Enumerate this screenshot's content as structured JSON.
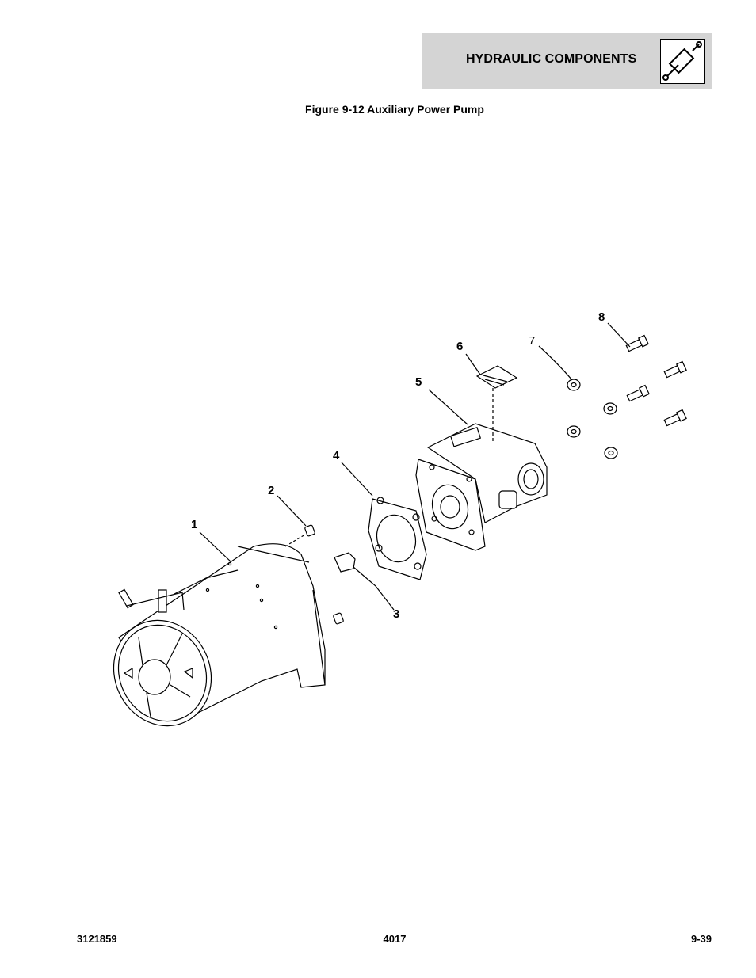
{
  "header": {
    "section_title": "HYDRAULIC COMPONENTS",
    "icon": "hydraulic-cylinder-icon"
  },
  "figure": {
    "caption": "Figure 9-12 Auxiliary Power Pump",
    "callouts": [
      "1",
      "2",
      "3",
      "4",
      "5",
      "6",
      "7",
      "8"
    ]
  },
  "footer": {
    "doc_number": "3121859",
    "model": "4017",
    "page": "9-39"
  }
}
